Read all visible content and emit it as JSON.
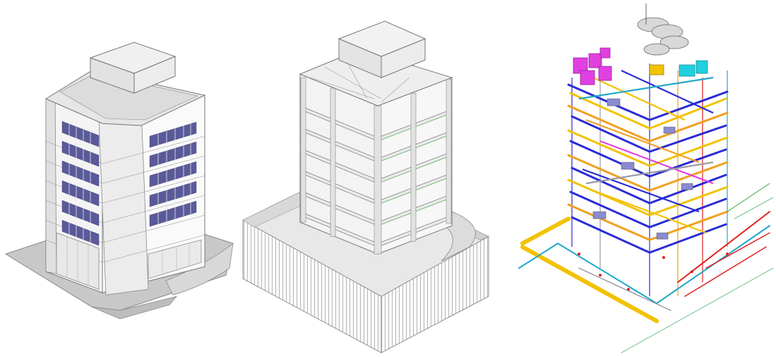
{
  "figure": {
    "panels": [
      {
        "id": "architectural",
        "view": "isometric",
        "content": "building-exterior"
      },
      {
        "id": "structural",
        "view": "isometric",
        "content": "structural-frame-with-retaining-piles"
      },
      {
        "id": "mep",
        "view": "isometric",
        "content": "mechanical-electrical-plumbing-systems"
      }
    ]
  },
  "colors": {
    "background": "#ffffff",
    "line": "#7a7a7a",
    "light_fill": "#f2f2f2",
    "ground": "#bdbdbd",
    "window": "#4a4a8c",
    "mep_blue": "#2b2bd6",
    "mep_yellow": "#f2c200",
    "mep_orange": "#f0a020",
    "mep_magenta": "#e040e0",
    "mep_cyan": "#20d0e0",
    "mep_red": "#e02020",
    "mep_green": "#22aa44",
    "mep_teal": "#1fa8c8",
    "mep_gray": "#9a9aa8"
  }
}
